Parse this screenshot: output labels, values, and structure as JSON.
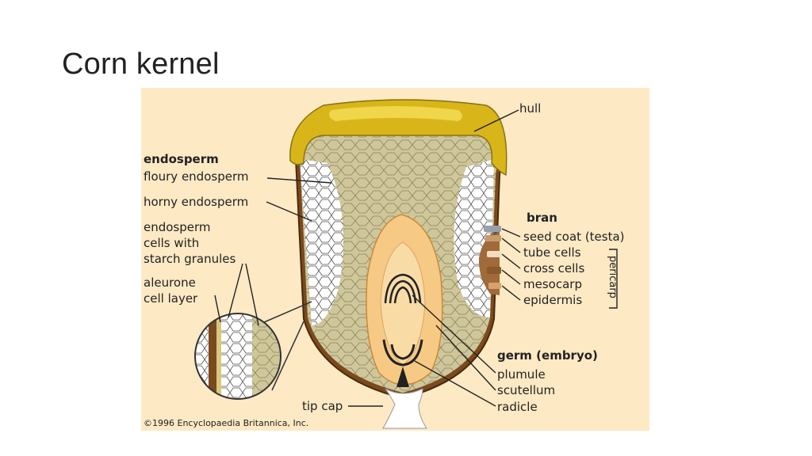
{
  "slide": {
    "title": "Corn kernel"
  },
  "figure": {
    "labels": {
      "hull": "hull",
      "endosperm_heading": "endosperm",
      "floury_endosperm": "floury endosperm",
      "horny_endosperm": "horny endosperm",
      "endosperm_cells_1": "endosperm",
      "endosperm_cells_2": "cells with",
      "endosperm_cells_3": "starch granules",
      "aleurone_1": "aleurone",
      "aleurone_2": "cell layer",
      "bran_heading": "bran",
      "seed_coat": "seed coat (testa)",
      "tube_cells": "tube cells",
      "cross_cells": "cross cells",
      "mesocarp": "mesocarp",
      "epidermis": "epidermis",
      "pericarp": "pericarp",
      "germ_heading": "germ (embryo)",
      "plumule": "plumule",
      "scutellum": "scutellum",
      "radicle": "radicle",
      "tip_cap": "tip cap",
      "copyright": "©1996 Encyclopaedia Britannica, Inc."
    }
  }
}
